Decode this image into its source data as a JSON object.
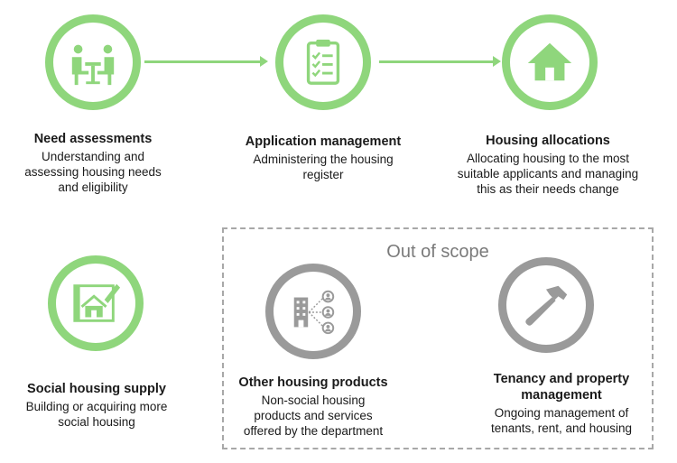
{
  "colors": {
    "in_scope": "#8fd67c",
    "out_of_scope": "#9a9a9a"
  },
  "steps": [
    {
      "icon": "meeting-icon",
      "title": "Need assessments",
      "desc": "Understanding and\nassessing housing needs\nand eligibility"
    },
    {
      "icon": "clipboard-checklist-icon",
      "title": "Application management",
      "desc": "Administering the housing\nregister"
    },
    {
      "icon": "house-icon",
      "title": "Housing allocations",
      "desc": "Allocating housing to the most\nsuitable applicants and managing\nthis as their needs change"
    },
    {
      "icon": "blueprint-house-icon",
      "title": "Social housing supply",
      "desc": "Building or acquiring more\nsocial housing"
    }
  ],
  "out_of_scope": {
    "title": "Out of scope",
    "items": [
      {
        "icon": "building-network-icon",
        "title": "Other housing products",
        "desc": "Non-social housing\nproducts and services\noffered by the department"
      },
      {
        "icon": "hammer-icon",
        "title": "Tenancy and property\nmanagement",
        "desc": "Ongoing management of\ntenants, rent, and housing"
      }
    ]
  }
}
